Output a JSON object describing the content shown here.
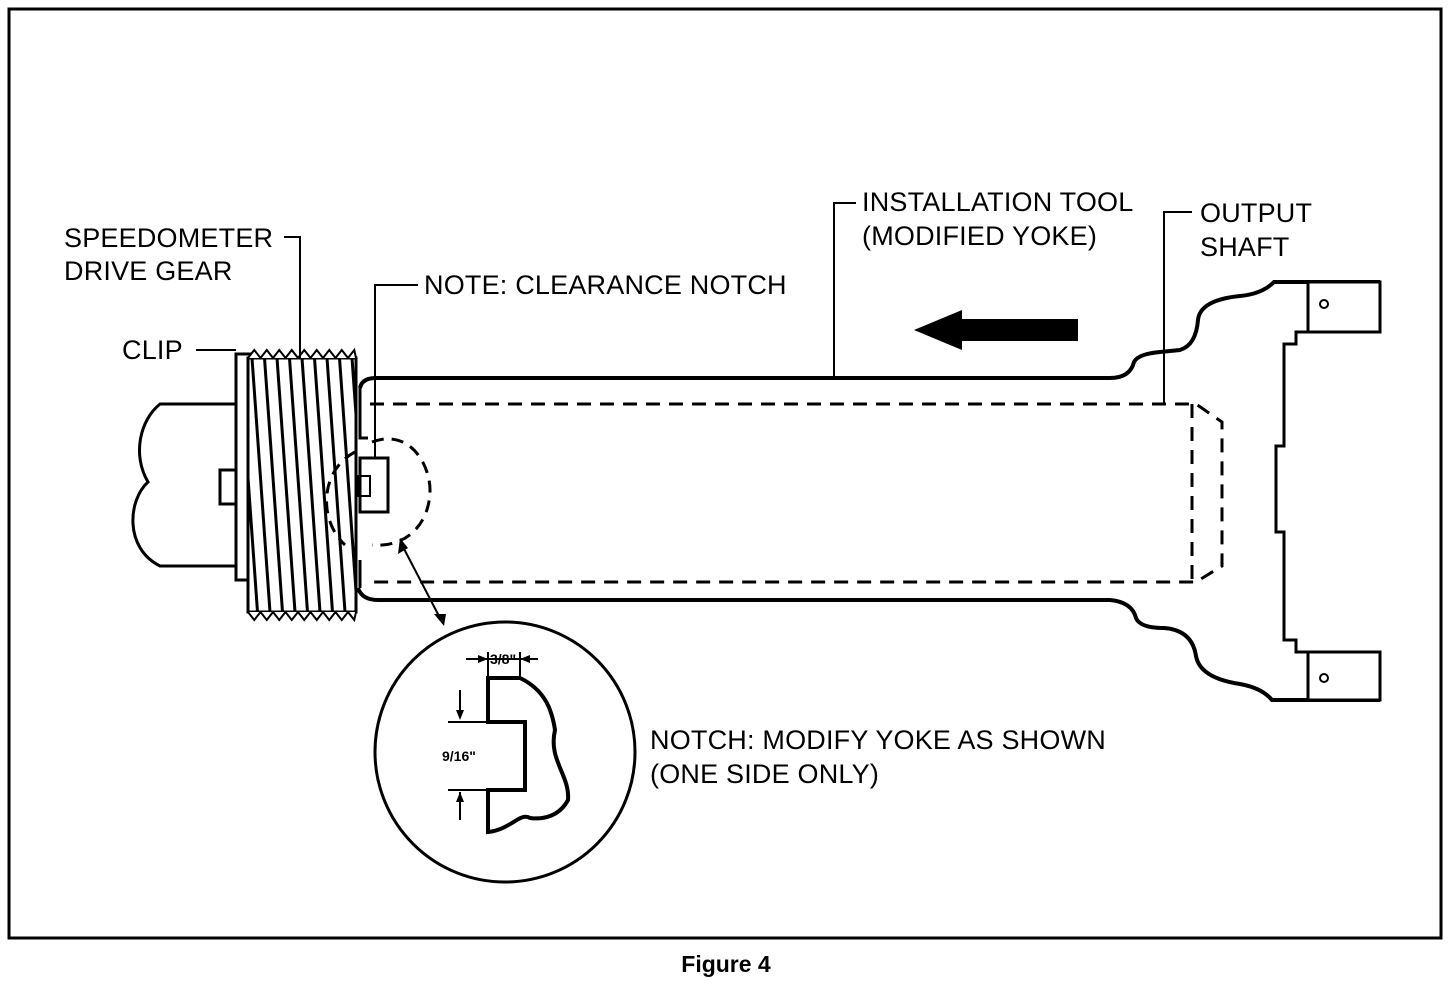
{
  "diagram": {
    "labels": {
      "speedometer_line1": "SPEEDOMETER",
      "speedometer_line2": "DRIVE GEAR",
      "clip": "CLIP",
      "clearance_note": "NOTE: CLEARANCE NOTCH",
      "tool_line1": "INSTALLATION TOOL",
      "tool_line2": "(MODIFIED YOKE)",
      "output_line1": "OUTPUT",
      "output_line2": "SHAFT",
      "notch_line1": "NOTCH: MODIFY YOKE AS SHOWN",
      "notch_line2": "(ONE SIDE ONLY)"
    },
    "dimensions": {
      "width": "3/8\"",
      "height": "9/16\""
    },
    "caption": "Figure 4"
  }
}
